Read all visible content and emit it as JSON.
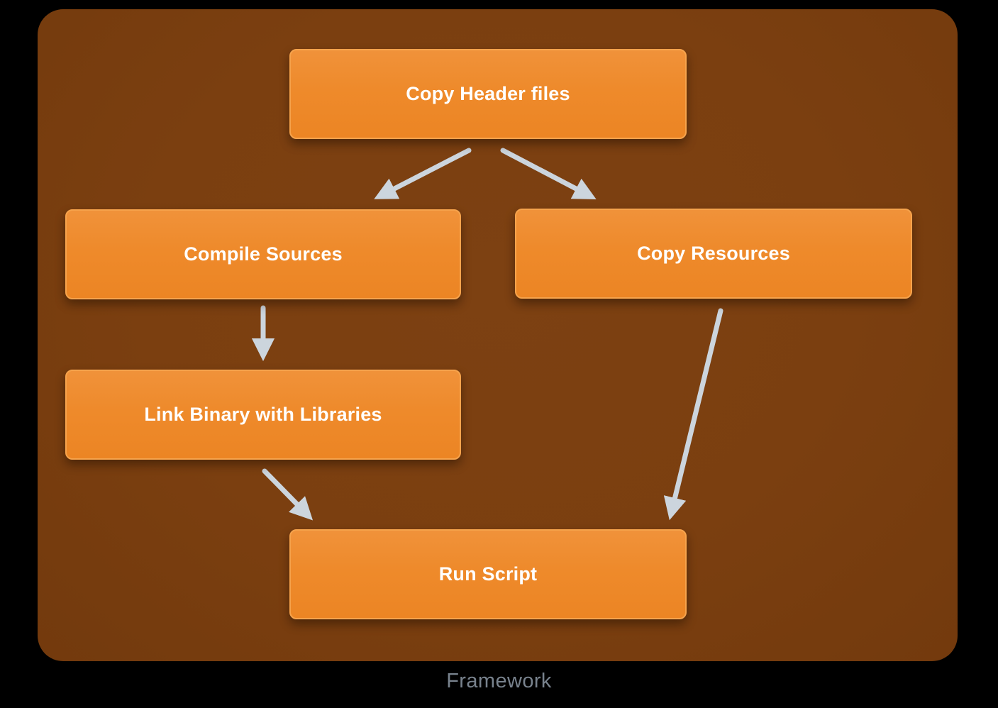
{
  "diagram": {
    "caption": "Framework",
    "nodes": [
      {
        "id": "copy-header-files",
        "label": "Copy Header files"
      },
      {
        "id": "compile-sources",
        "label": "Compile Sources"
      },
      {
        "id": "copy-resources",
        "label": "Copy Resources"
      },
      {
        "id": "link-binary-with-libraries",
        "label": "Link Binary with Libraries"
      },
      {
        "id": "run-script",
        "label": "Run Script"
      }
    ],
    "edges": [
      {
        "from": "copy-header-files",
        "to": "compile-sources"
      },
      {
        "from": "copy-header-files",
        "to": "copy-resources"
      },
      {
        "from": "compile-sources",
        "to": "link-binary-with-libraries"
      },
      {
        "from": "link-binary-with-libraries",
        "to": "run-script"
      },
      {
        "from": "copy-resources",
        "to": "run-script"
      }
    ],
    "colors": {
      "background": "#000000",
      "board": "#7B3F10",
      "node_fill": "#EE8A2B",
      "node_border": "#F6A34C",
      "node_text": "#FFFFFF",
      "arrow": "#CCD5DD",
      "caption_text": "#78828D"
    }
  }
}
